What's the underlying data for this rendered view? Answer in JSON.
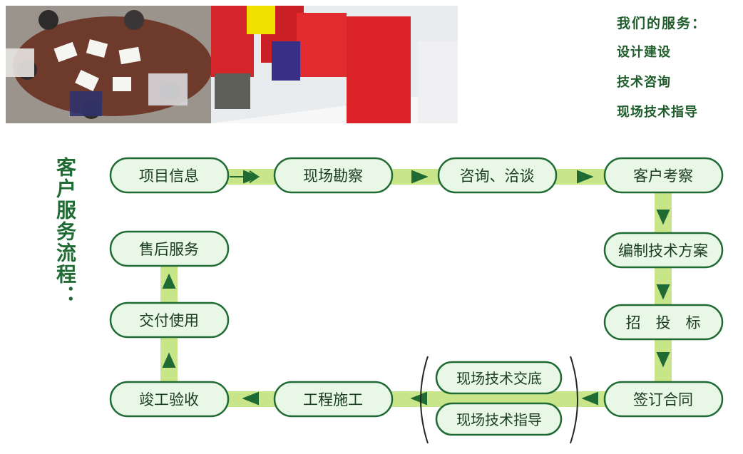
{
  "services": {
    "title": "我们的服务：",
    "items": [
      "设计建设",
      "技术咨询",
      "现场技术指导"
    ]
  },
  "flow_title": "客户服务流程：",
  "nodes": {
    "project_info": "项目信息",
    "site_survey": "现场勘察",
    "consult": "咨询、洽谈",
    "client_visit": "客户考察",
    "tech_plan": "编制技术方案",
    "bidding": "招　投　标",
    "contract": "签订合同",
    "construction": "工程施工",
    "acceptance": "竣工验收",
    "delivery": "交付使用",
    "after_sales": "售后服务",
    "tech_briefing": "现场技术交底",
    "tech_guidance": "现场技术指导"
  },
  "colors": {
    "node_fill": "#e8f7e6",
    "node_stroke": "#1f6b33",
    "band": "#c9e58a",
    "arrow": "#1f6b33",
    "text": "#1b3d1f"
  }
}
